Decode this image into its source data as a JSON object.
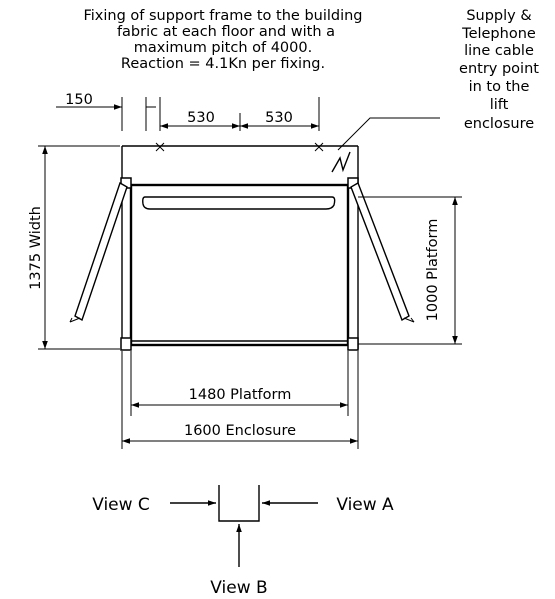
{
  "notes": {
    "fixing_lines": [
      "Fixing of support frame to the building",
      "fabric at each floor and with a",
      "maximum pitch of 4000.",
      "Reaction = 4.1Kn per fixing."
    ],
    "supply_lines": [
      "Supply &",
      "Telephone",
      "line cable",
      "entry point",
      "in to the",
      "lift",
      "enclosure"
    ]
  },
  "dimensions": {
    "d150": "150",
    "d530_left": "530",
    "d530_right": "530",
    "width": "1375 Width",
    "platform_depth": "1000 Platform",
    "platform_width": "1480 Platform",
    "enclosure_width": "1600 Enclosure"
  },
  "views": {
    "view_a": "View A",
    "view_b": "View B",
    "view_c": "View C"
  }
}
